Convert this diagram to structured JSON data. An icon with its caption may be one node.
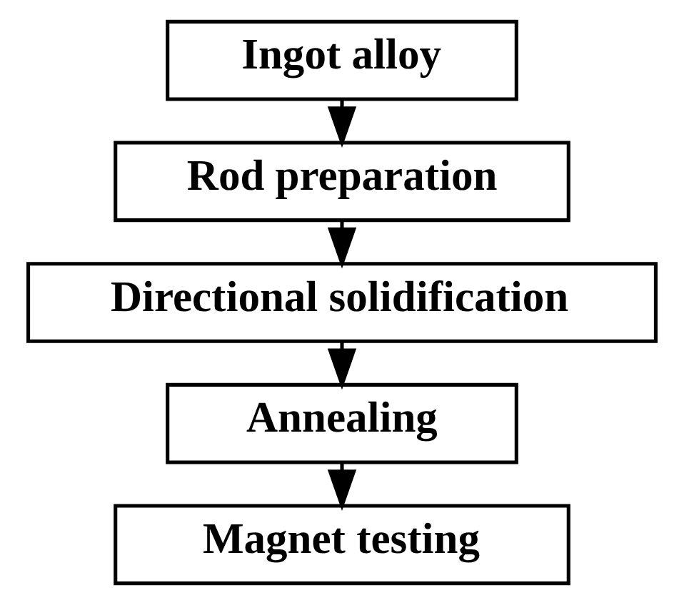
{
  "diagram": {
    "nodes": [
      {
        "text": [
          "Ingot alloy"
        ]
      },
      {
        "text": [
          "Rod preparation"
        ]
      },
      {
        "text": [
          "Directional solidification"
        ]
      },
      {
        "text": [
          "Annealing"
        ]
      },
      {
        "text": [
          "Magnet testing"
        ]
      }
    ],
    "edges": [
      {
        "from": 0,
        "to": 1,
        "arrow": "to"
      },
      {
        "from": 1,
        "to": 2,
        "arrow": "to"
      },
      {
        "from": 2,
        "to": 3,
        "arrow": "to"
      },
      {
        "from": 3,
        "to": 4,
        "arrow": "to"
      }
    ]
  }
}
